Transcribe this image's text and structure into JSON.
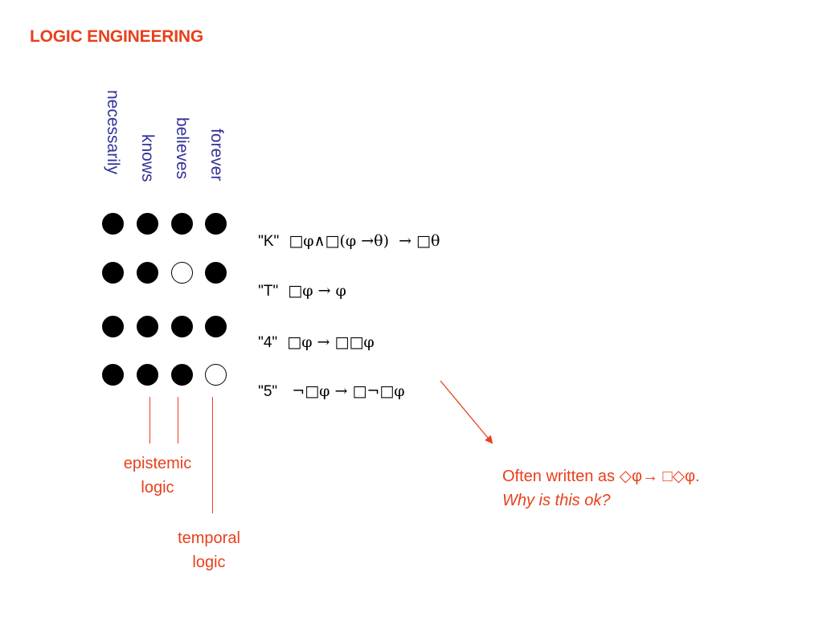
{
  "title": "LOGIC ENGINEERING",
  "columns": [
    "necessarily",
    "knows",
    "believes",
    "forever"
  ],
  "rows": [
    {
      "name": "\"K\"",
      "formula": "□φ∧□(φ →θ)  → □θ",
      "dots": [
        true,
        true,
        true,
        true
      ]
    },
    {
      "name": "\"T\"",
      "formula": "□φ → φ",
      "dots": [
        true,
        true,
        false,
        true
      ]
    },
    {
      "name": "\"4\"",
      "formula": "□φ → □□φ",
      "dots": [
        true,
        true,
        true,
        true
      ]
    },
    {
      "name": "\"5\"",
      "formula": "¬□φ → □¬□φ",
      "dots": [
        true,
        true,
        true,
        false
      ]
    }
  ],
  "captions": {
    "epistemic_line1": "epistemic",
    "epistemic_line2": "logic",
    "temporal_line1": "temporal",
    "temporal_line2": "logic"
  },
  "note": {
    "line1": "Often written as ◇φ→ □◇φ.",
    "line2": "Why is this ok?"
  },
  "colors": {
    "accent": "#e8401c",
    "label_blue": "#33339a"
  }
}
